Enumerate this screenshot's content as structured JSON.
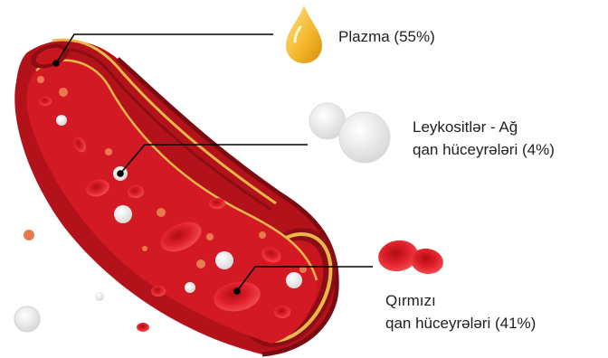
{
  "labels": {
    "plasma": "Plazma (55%)",
    "leukocytes_line1": "Leykositlər - Ağ",
    "leukocytes_line2": "qan hüceyrələri (4%)",
    "erythrocytes_line1": "Qırmızı",
    "erythrocytes_line2": "qan hüceyrələri (41%)"
  },
  "colors": {
    "vessel_outer": "#b4121b",
    "vessel_dark": "#7a0b10",
    "vessel_inner": "#d31a24",
    "fat_layer": "#e9b84a",
    "rbc": "#e0202a",
    "wbc": "#f2f2f2",
    "platelet": "#e87a4e",
    "plasma_drop": "#f3b52a",
    "leader_line": "#000000"
  },
  "icons": {
    "plasma": "drop-icon",
    "leukocytes": "white-cell-icon",
    "erythrocytes": "red-cell-icon"
  }
}
